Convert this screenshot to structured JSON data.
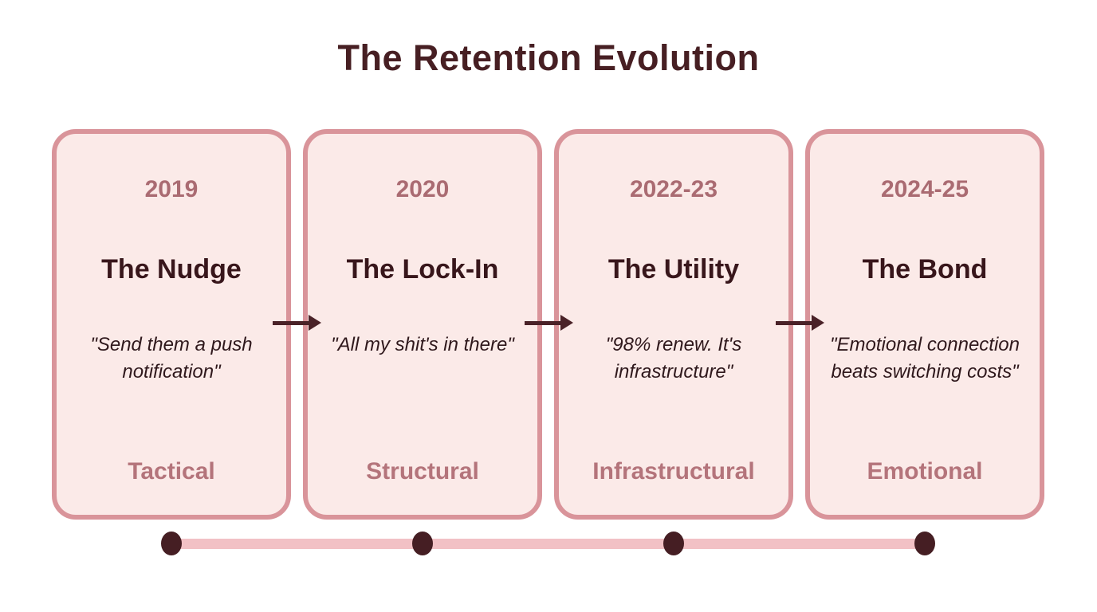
{
  "title": "The Retention Evolution",
  "stages": [
    {
      "year": "2019",
      "title": "The Nudge",
      "quote": "\"Send them a push notification\"",
      "label": "Tactical"
    },
    {
      "year": "2020",
      "title": "The Lock-In",
      "quote": "\"All my shit's in there\"",
      "label": "Structural"
    },
    {
      "year": "2022-23",
      "title": "The Utility",
      "quote": "\"98% renew. It's infrastructure\"",
      "label": "Infrastructural"
    },
    {
      "year": "2024-25",
      "title": "The Bond",
      "quote": "\"Emotional connection beats switching costs\"",
      "label": "Emotional"
    }
  ],
  "timeline": {
    "dot_count": 4,
    "direction": "left-to-right"
  },
  "colors": {
    "background": "#ffffff",
    "title_text": "#471f23",
    "card_bg": "#fbeae8",
    "card_border": "#d9949a",
    "year_text": "#aa6b72",
    "card_title_text": "#38161b",
    "quote_text": "#2f181c",
    "label_text": "#b4747b",
    "arrow": "#4a2228",
    "timeline_bar": "#f2c1c5",
    "timeline_dot": "#451e23"
  }
}
